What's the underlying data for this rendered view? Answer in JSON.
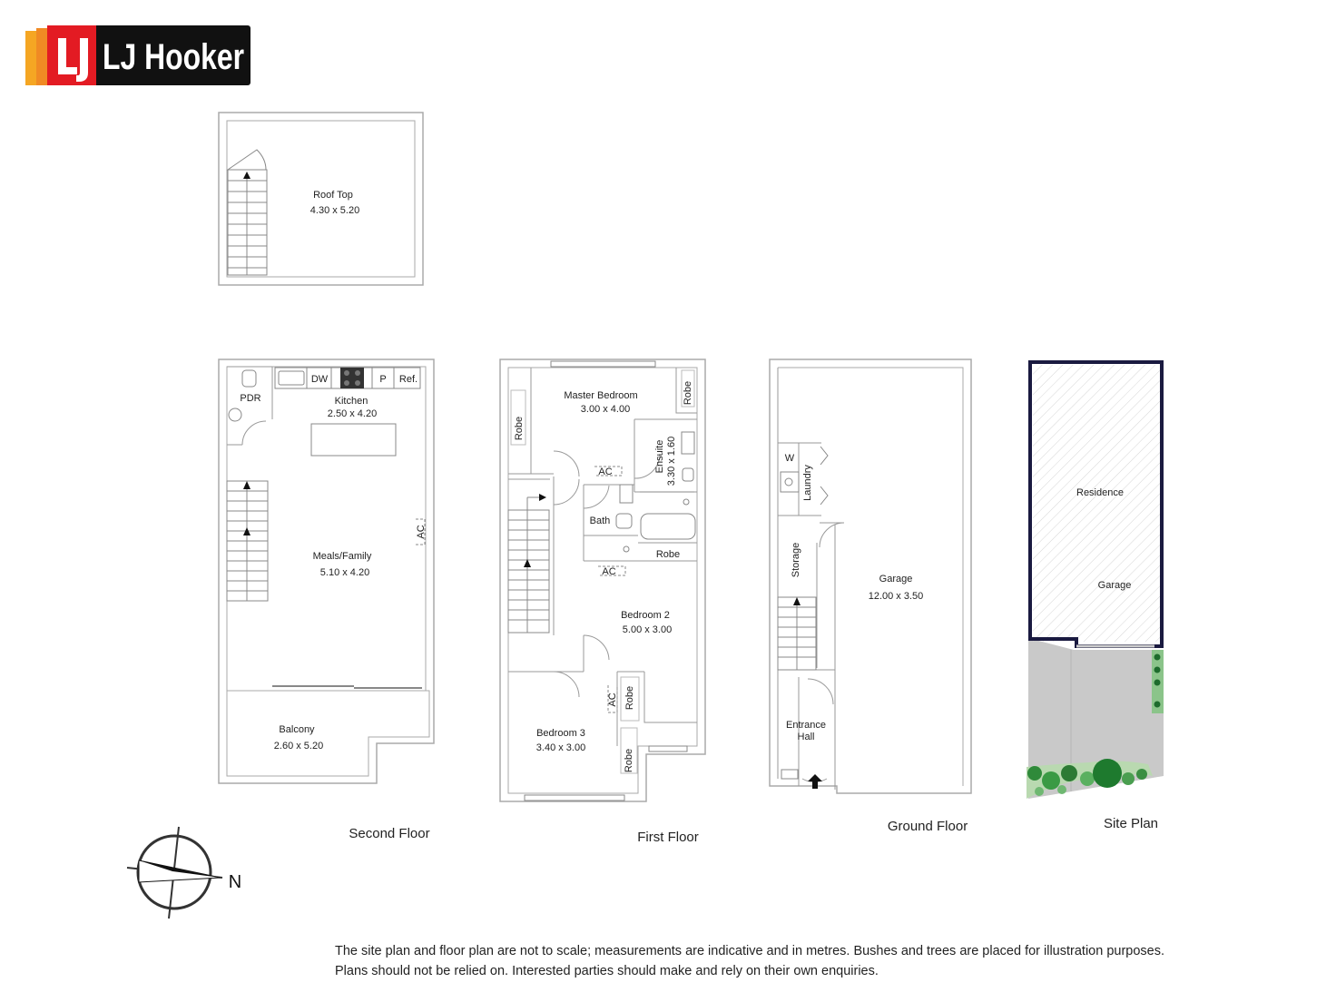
{
  "brand": {
    "name": "LJ Hooker",
    "stripe_colors": [
      "#f5a623",
      "#f08a24",
      "#e03a3e"
    ],
    "badge_color": "#e31b23",
    "plate_color": "#111111",
    "logo_text_color": "#ffffff"
  },
  "roof_top": {
    "name": "Roof Top",
    "dims": "4.30 x 5.20"
  },
  "second_floor": {
    "caption": "Second Floor",
    "rooms": {
      "pdr": "PDR",
      "dw": "DW",
      "p": "P",
      "ref": "Ref.",
      "kitchen": {
        "name": "Kitchen",
        "dims": "2.50 x 4.20"
      },
      "ac": "AC",
      "meals_family": {
        "name": "Meals/Family",
        "dims": "5.10 x 4.20"
      },
      "balcony": {
        "name": "Balcony",
        "dims": "2.60 x 5.20"
      }
    }
  },
  "first_floor": {
    "caption": "First Floor",
    "rooms": {
      "master": {
        "name": "Master Bedroom",
        "dims": "3.00 x 4.00"
      },
      "robe_master": "Robe",
      "robe_left": "Robe",
      "ensuite": {
        "name": "Ensuite",
        "dims": "3.30 x 1.60"
      },
      "ac_top": "AC",
      "bath": "Bath",
      "robe_mid": "Robe",
      "ac_mid": "AC",
      "bedroom2": {
        "name": "Bedroom 2",
        "dims": "5.00 x 3.00"
      },
      "ac_low": "AC",
      "robe_low": "Robe",
      "bedroom3": {
        "name": "Bedroom 3",
        "dims": "3.40 x 3.00"
      },
      "robe_bottom": "Robe"
    }
  },
  "ground_floor": {
    "caption": "Ground Floor",
    "rooms": {
      "w": "W",
      "laundry": "Laundry",
      "storage": "Storage",
      "garage": {
        "name": "Garage",
        "dims": "12.00 x 3.50"
      },
      "entrance": {
        "line1": "Entrance",
        "line2": "Hall"
      }
    }
  },
  "site_plan": {
    "caption": "Site Plan",
    "residence": "Residence",
    "garage": "Garage"
  },
  "compass": {
    "label": "N"
  },
  "disclaimer": {
    "line1": "The site plan and floor plan are not to scale; measurements are indicative and in metres. Bushes and trees are placed for illustration purposes.",
    "line2": "Plans should not be relied on. Interested parties should make and rely on their own enquiries."
  }
}
